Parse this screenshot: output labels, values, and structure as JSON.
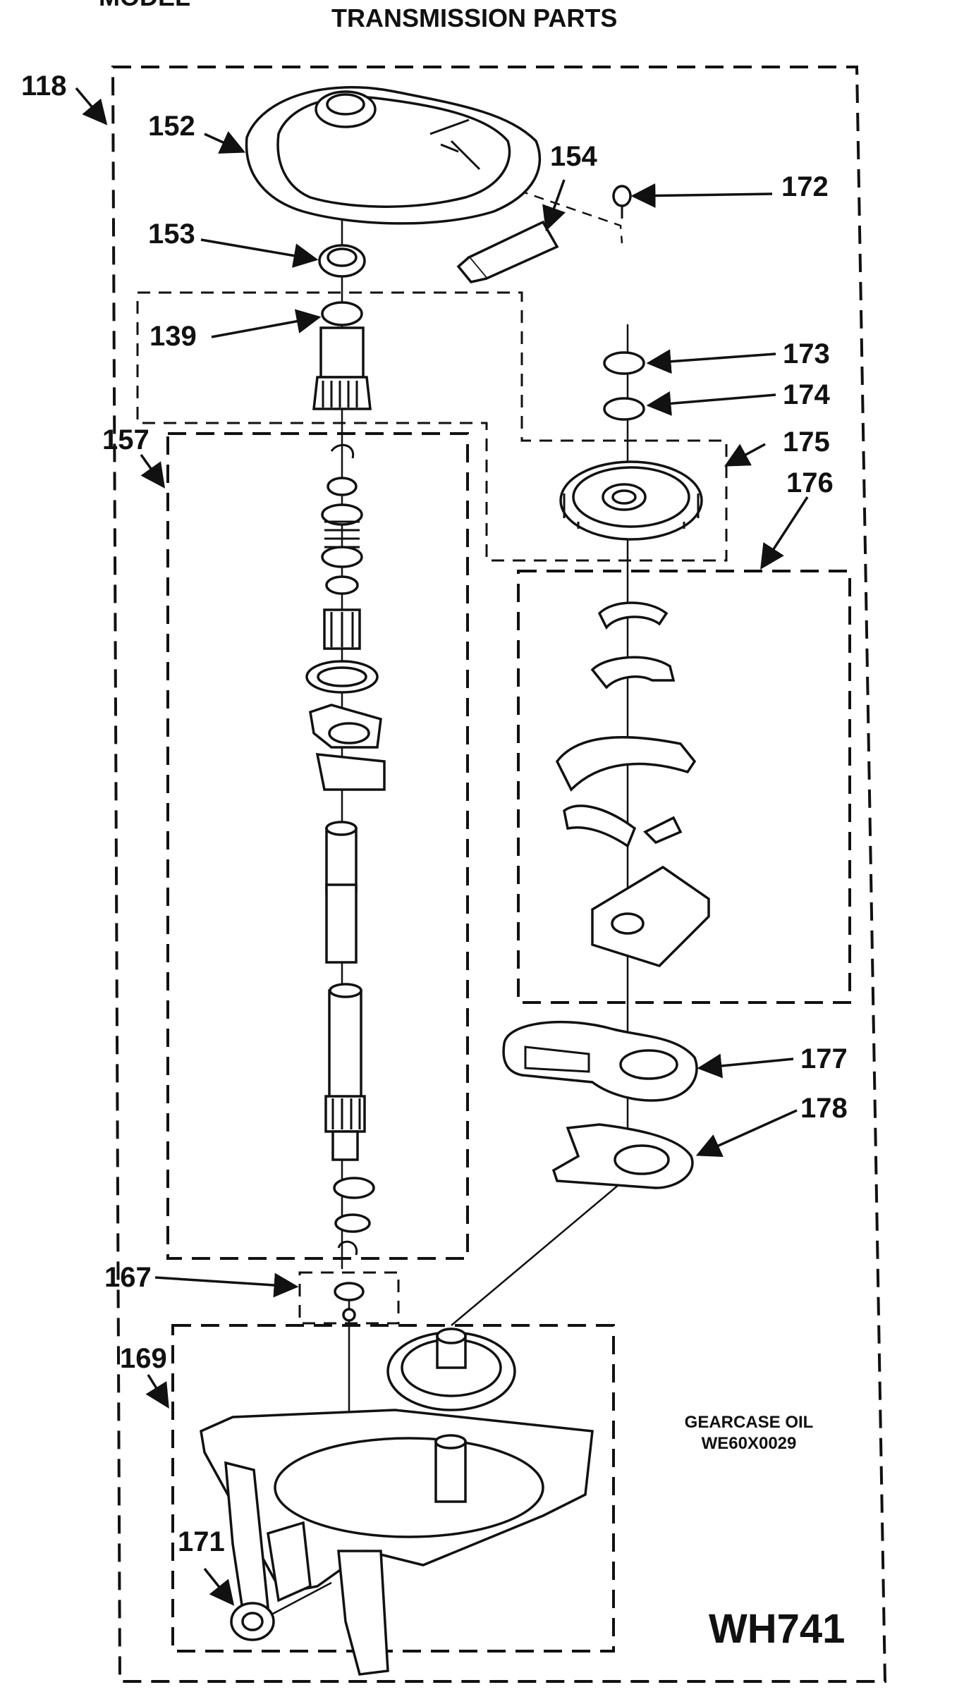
{
  "header": {
    "title": "TRANSMISSION PARTS",
    "model_fragment": "MODEL"
  },
  "callouts": [
    "118",
    "152",
    "154",
    "172",
    "153",
    "139",
    "173",
    "174",
    "175",
    "157",
    "176",
    "177",
    "178",
    "167",
    "169",
    "171"
  ],
  "note": {
    "line1": "GEARCASE OIL",
    "line2": "WE60X0029"
  },
  "diagram_code": "WH741"
}
